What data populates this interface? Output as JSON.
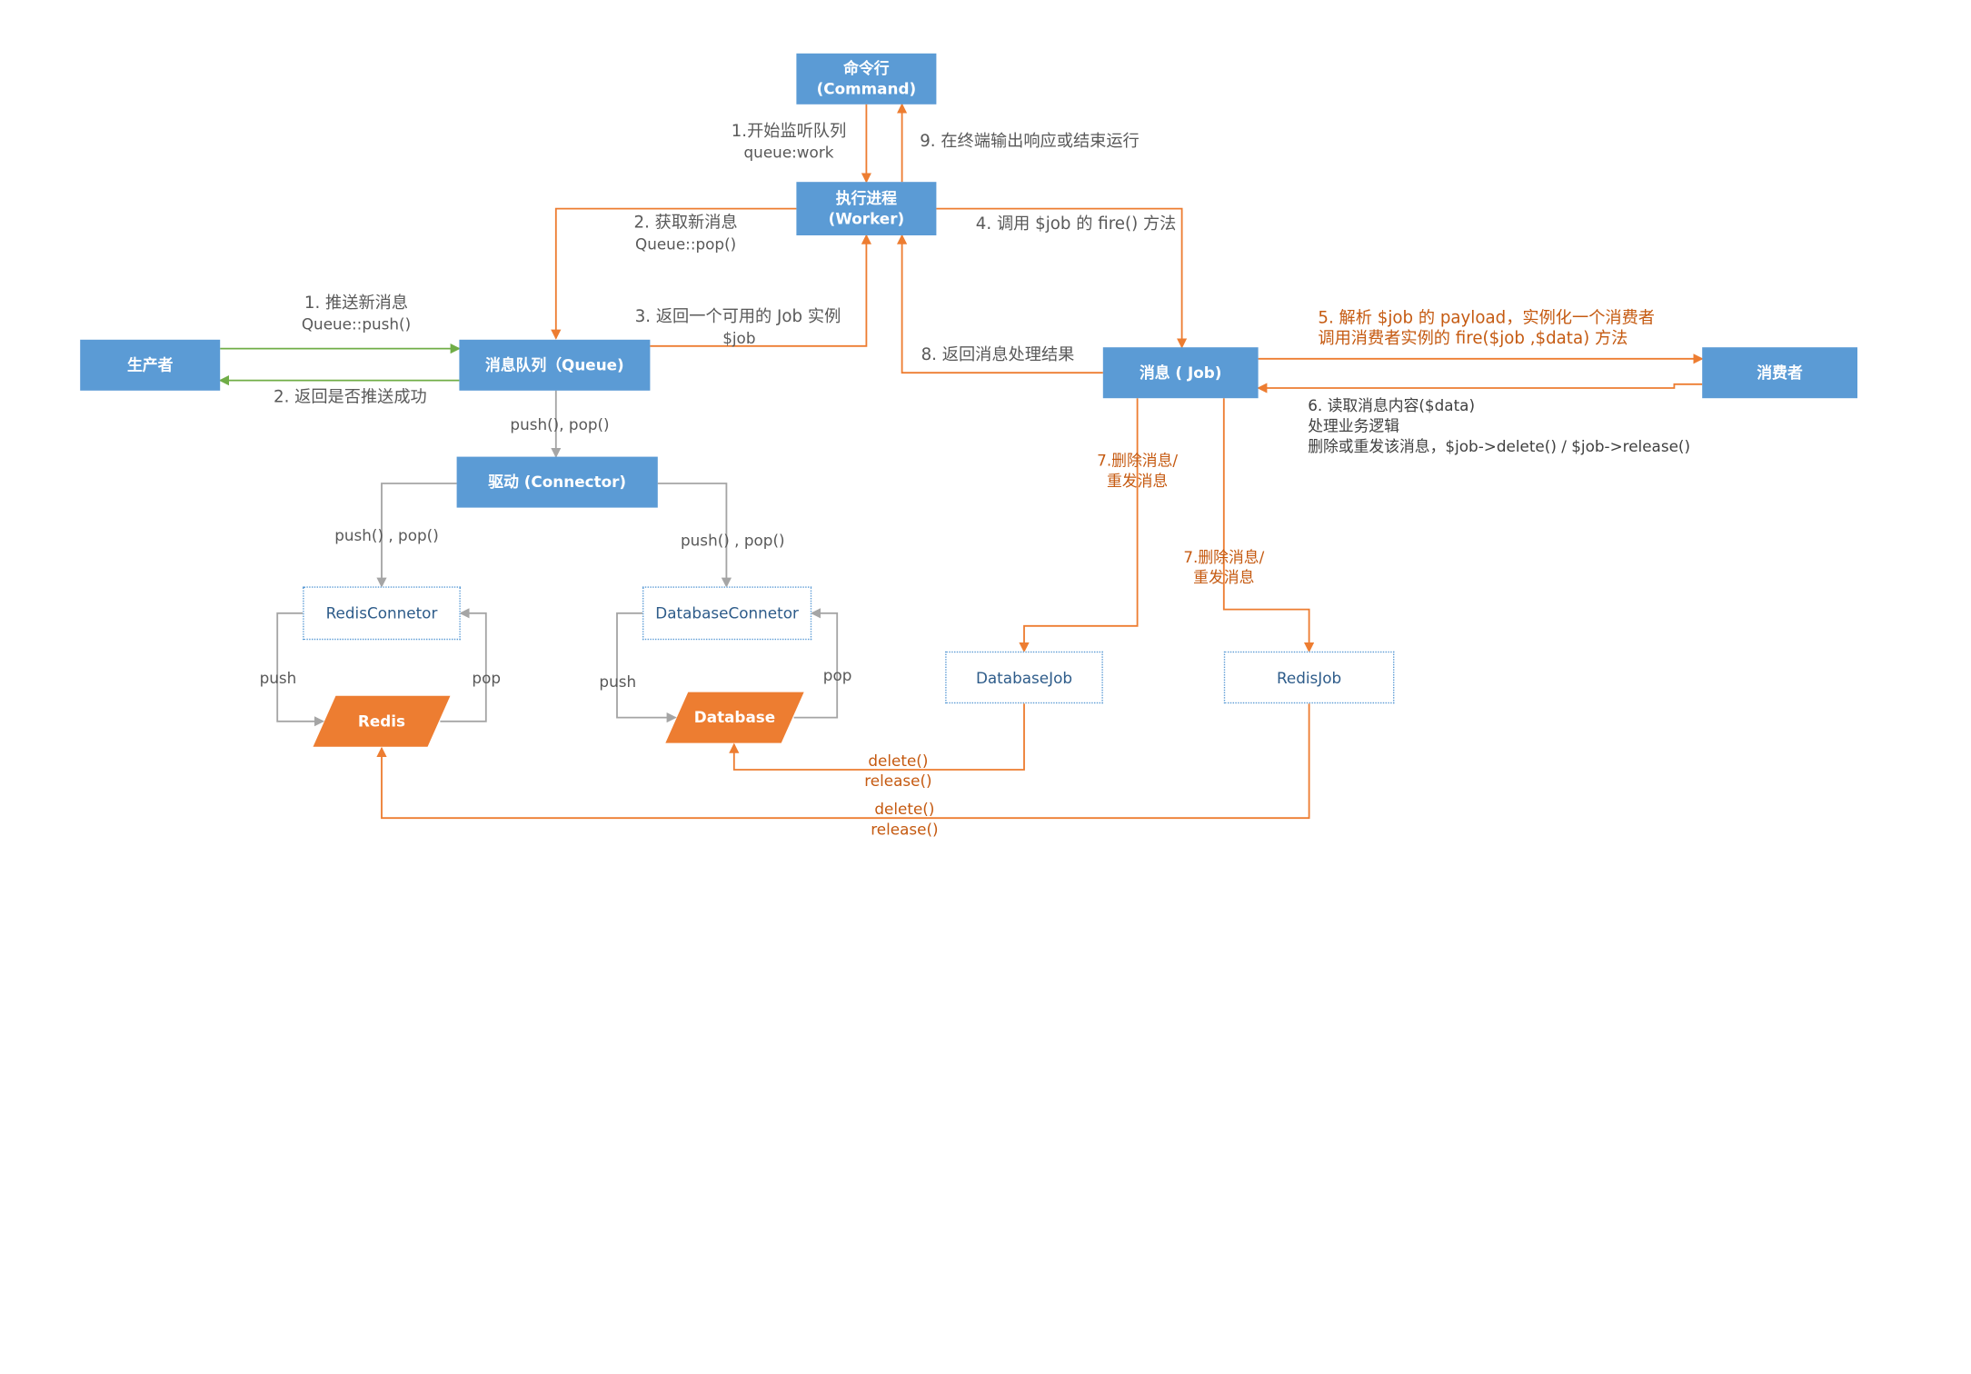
{
  "nodes": {
    "command": {
      "line1": "命令行",
      "line2": "(Command)"
    },
    "worker": {
      "line1": "执行进程",
      "line2": "(Worker)"
    },
    "producer": "生产者",
    "queue": "消息队列（Queue)",
    "connector": "驱动 (Connector)",
    "job": "消息 ( Job)",
    "consumer": "消费者",
    "redis_connector": "RedisConnetor",
    "database_connector": "DatabaseConnetor",
    "redis": "Redis",
    "database": "Database",
    "database_job": "DatabaseJob",
    "redis_job": "RedisJob"
  },
  "labels": {
    "start_listen": {
      "line1": "1.开始监听队列",
      "line2": "queue:work"
    },
    "terminal_output": "9. 在终端输出响应或结束运行",
    "get_new": {
      "line1": "2. 获取新消息",
      "line2": "Queue::pop()"
    },
    "call_fire": "4. 调用 $job 的 fire() 方法",
    "push_new": {
      "line1": "1. 推送新消息",
      "line2": "Queue::push()"
    },
    "return_job": {
      "line1": "3. 返回一个可用的 Job 实例",
      "line2": "$job"
    },
    "return_result": "8. 返回消息处理结果",
    "return_success": "2. 返回是否推送成功",
    "parse_payload": {
      "line1": "5. 解析 $job 的 payload，实例化一个消费者",
      "line2": "调用消费者实例的 fire($job ,$data) 方法"
    },
    "read_data": {
      "line1": "6. 读取消息内容($data)",
      "line2": "处理业务逻辑",
      "line3": "删除或重发该消息，$job->delete() / $job->release()"
    },
    "queue_push_pop": "push(), pop()",
    "left_push_pop": "push() , pop()",
    "right_push_pop": "push() , pop()",
    "delete_1": {
      "line1": "7.删除消息/",
      "line2": "重发消息"
    },
    "delete_2": {
      "line1": "7.删除消息/",
      "line2": "重发消息"
    },
    "redis_push": "push",
    "redis_pop": "pop",
    "db_push": "push",
    "db_pop": "pop",
    "db_delete_release": {
      "line1": "delete()",
      "line2": "release()"
    },
    "redis_delete_release": {
      "line1": "delete()",
      "line2": "release()"
    }
  },
  "colors": {
    "blue": "#5B9BD5",
    "orange": "#ED7D31",
    "gray": "#A5A5A5",
    "green": "#70AD47"
  }
}
